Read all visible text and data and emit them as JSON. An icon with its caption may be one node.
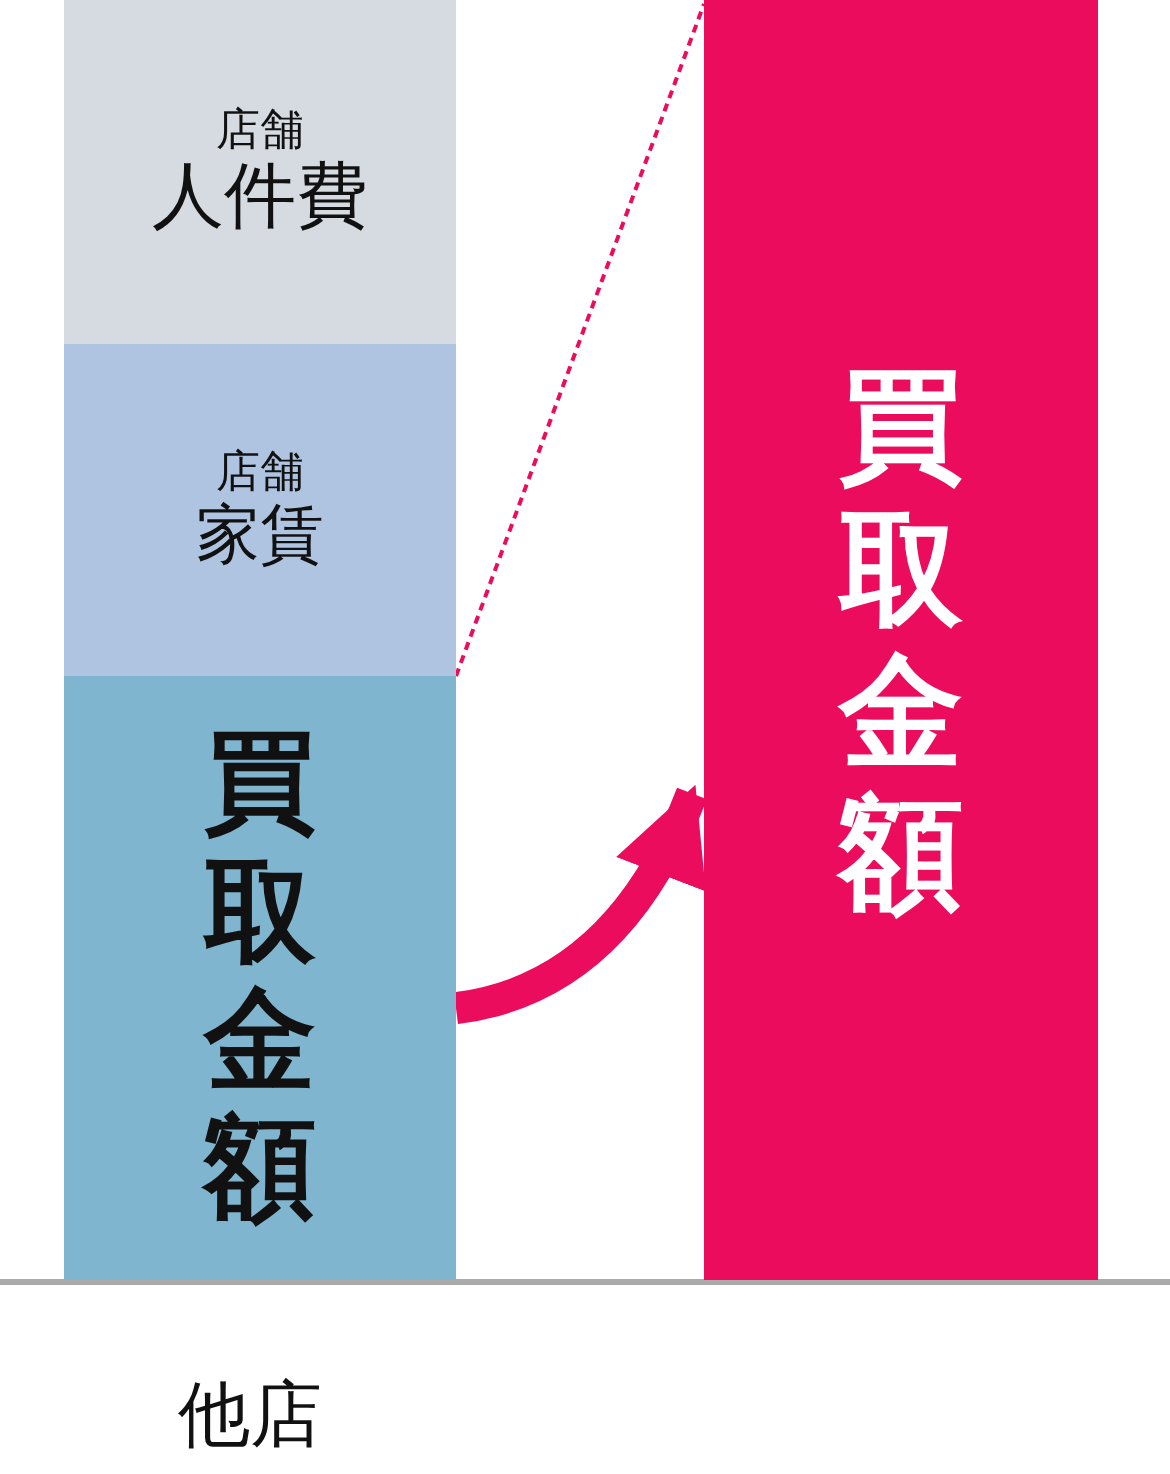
{
  "diagram": {
    "nodes": [
      {
        "text": [
          "店舗",
          "人件費"
        ]
      },
      {
        "text": [
          "店舗",
          "家賃"
        ]
      },
      {
        "text": [
          "買取金額"
        ]
      },
      {
        "text": [
          "買取金額"
        ]
      }
    ],
    "edges": [
      {
        "from": 2,
        "to": 3,
        "arrow": "to",
        "style": "thick"
      },
      {
        "from": 2,
        "to": 3,
        "arrow": "none",
        "style": "dashed"
      }
    ],
    "labels": [
      "他店"
    ]
  }
}
